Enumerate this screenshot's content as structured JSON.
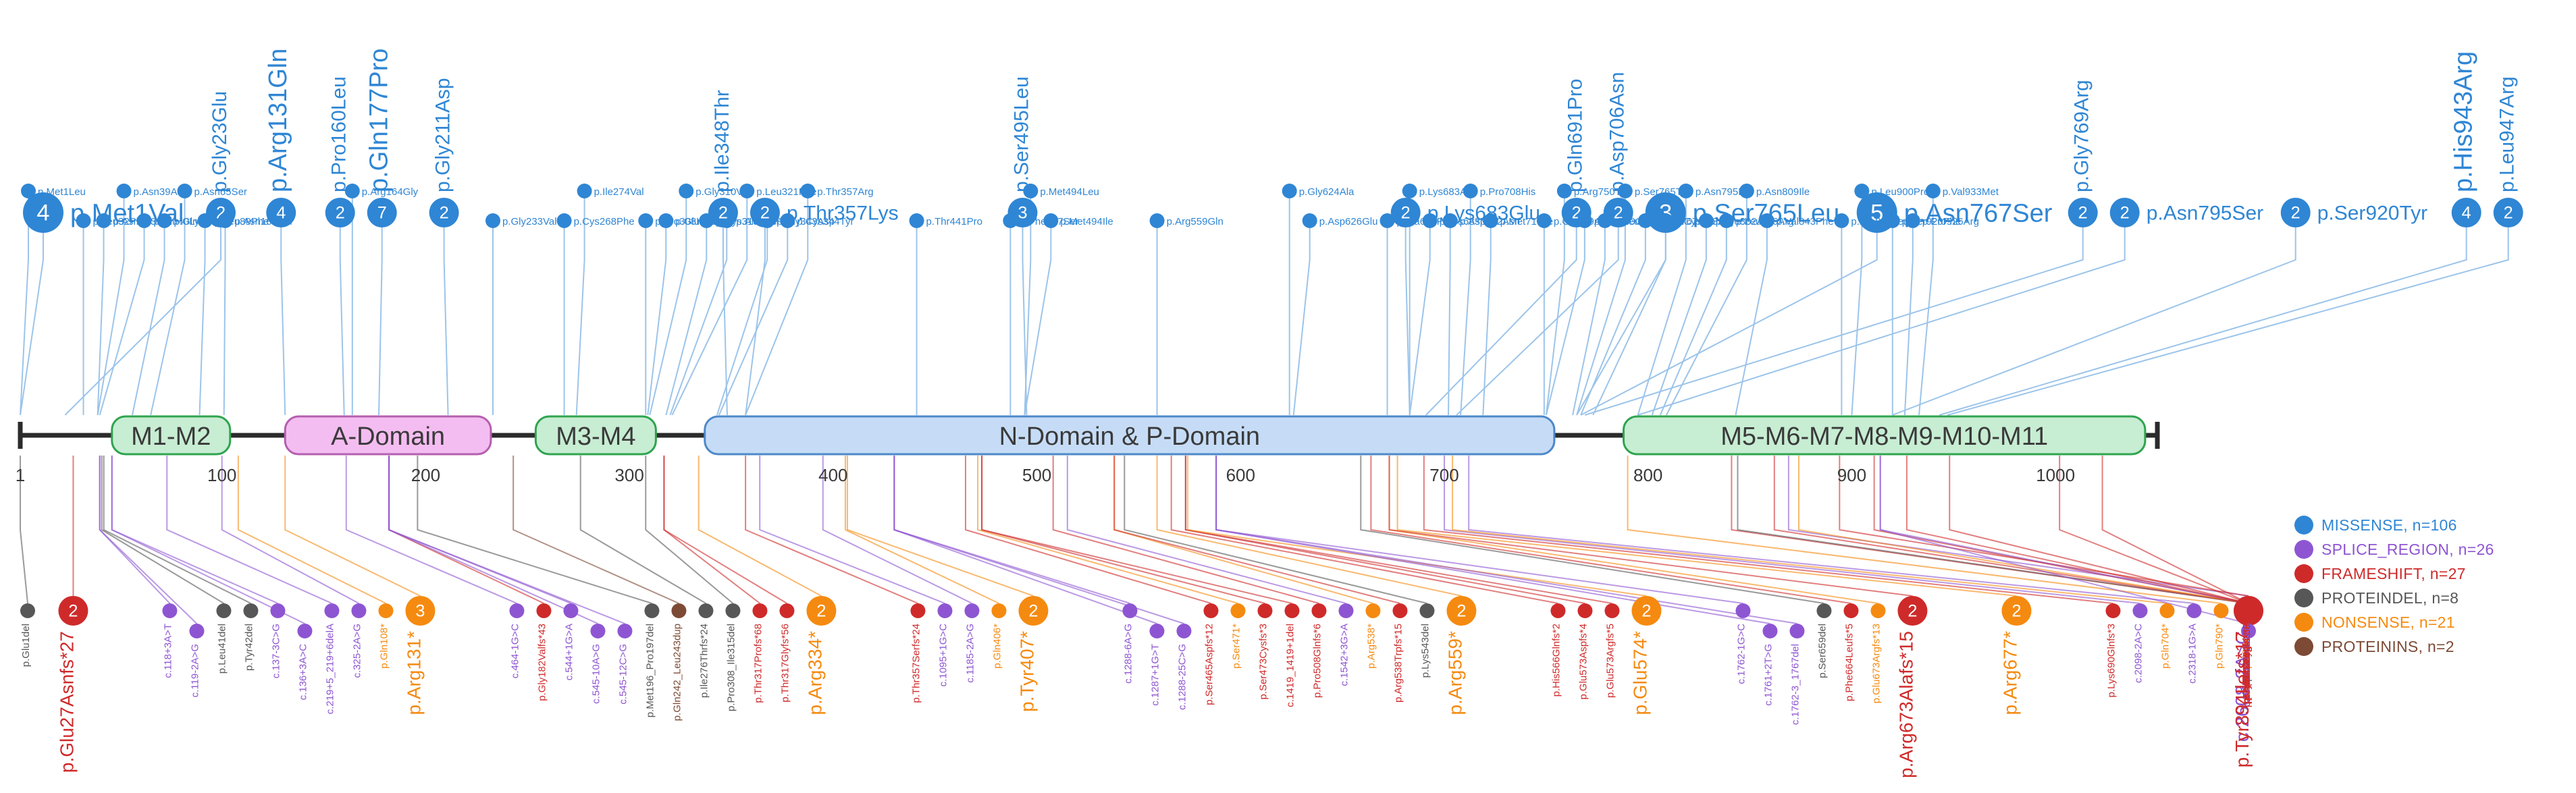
{
  "colors": {
    "missense": "#2f86d4",
    "missense_line": "#9cc4ea",
    "splice": "#8e55d2",
    "frameshift": "#cf2a2a",
    "proteindel": "#575757",
    "nonsense": "#f58a10",
    "proteinins": "#7d4a35",
    "domain_green_fill": "#c7edd3",
    "domain_green_stroke": "#2fa44e",
    "domain_pink_fill": "#f4bdf1",
    "domain_pink_stroke": "#b45fb0",
    "domain_blue_fill": "#c6dcf6",
    "domain_blue_stroke": "#4d88c9",
    "axis": "#2b2b2b"
  },
  "protein": {
    "length": 1050,
    "domains": [
      {
        "label": "M1-M2",
        "start": 46,
        "end": 104,
        "style": "green"
      },
      {
        "label": "A-Domain",
        "start": 131,
        "end": 232,
        "style": "pink"
      },
      {
        "label": "M3-M4",
        "start": 254,
        "end": 313,
        "style": "green"
      },
      {
        "label": "N-Domain & P-Domain",
        "start": 337,
        "end": 754,
        "style": "blue"
      },
      {
        "label": "M5-M6-M7-M8-M9-M10-M11",
        "start": 788,
        "end": 1044,
        "style": "green"
      }
    ],
    "ticks": [
      1,
      100,
      200,
      300,
      400,
      500,
      600,
      700,
      800,
      900,
      1000
    ]
  },
  "missense": [
    {
      "pos": 1,
      "count": 4,
      "label": "p.Met1Val",
      "size": "big"
    },
    {
      "pos": 1,
      "count": 1,
      "label": "p.Met1Leu",
      "size": "tiny"
    },
    {
      "pos": 23,
      "count": 2,
      "label": "p.Gly23Glu",
      "size": "vert"
    },
    {
      "pos": 32,
      "count": 1,
      "label": "p.Leu32Phe",
      "size": "tiny"
    },
    {
      "pos": 39,
      "count": 1,
      "label": "p.Asn39Ser",
      "size": "tiny"
    },
    {
      "pos": 39,
      "count": 1,
      "label": "p.Asn39Asp",
      "size": "tiny"
    },
    {
      "pos": 40,
      "count": 1,
      "label": "p.Glu40Lys",
      "size": "tiny"
    },
    {
      "pos": 56,
      "count": 1,
      "label": "p.Gln56Arg",
      "size": "tiny"
    },
    {
      "pos": 65,
      "count": 1,
      "label": "p.Asn65Ser",
      "size": "tiny"
    },
    {
      "pos": 89,
      "count": 1,
      "label": "p.Leu89Phe",
      "size": "tiny"
    },
    {
      "pos": 101,
      "count": 1,
      "label": "p.Asn101Ser",
      "size": "tiny"
    },
    {
      "pos": 131,
      "count": 4,
      "label": "p.Arg131Gln",
      "size": "vert"
    },
    {
      "pos": 160,
      "count": 2,
      "label": "p.Pro160Leu",
      "size": "vert"
    },
    {
      "pos": 164,
      "count": 1,
      "label": "p.Arg164Gly",
      "size": "tiny"
    },
    {
      "pos": 177,
      "count": 7,
      "label": "p.Gln177Pro",
      "size": "vert"
    },
    {
      "pos": 211,
      "count": 2,
      "label": "p.Gly211Asp",
      "size": "vert"
    },
    {
      "pos": 233,
      "count": 1,
      "label": "p.Gly233Val",
      "size": "tiny"
    },
    {
      "pos": 268,
      "count": 1,
      "label": "p.Cys268Phe",
      "size": "tiny"
    },
    {
      "pos": 274,
      "count": 1,
      "label": "p.Ile274Val",
      "size": "tiny"
    },
    {
      "pos": 308,
      "count": 1,
      "label": "p.Pro308His",
      "size": "tiny"
    },
    {
      "pos": 309,
      "count": 1,
      "label": "p.Glu309Gly",
      "size": "tiny"
    },
    {
      "pos": 310,
      "count": 1,
      "label": "p.Gly310Val",
      "size": "tiny"
    },
    {
      "pos": 318,
      "count": 1,
      "label": "p.Cys318Phe",
      "size": "tiny"
    },
    {
      "pos": 320,
      "count": 1,
      "label": "p.Ala320Pro",
      "size": "tiny"
    },
    {
      "pos": 321,
      "count": 1,
      "label": "p.Leu321Phe",
      "size": "tiny"
    },
    {
      "pos": 343,
      "count": 1,
      "label": "p.Gly343Asp",
      "size": "tiny"
    },
    {
      "pos": 344,
      "count": 1,
      "label": "p.Cys344Tyr",
      "size": "tiny"
    },
    {
      "pos": 348,
      "count": 2,
      "label": "p.Ile348Thr",
      "size": "vert"
    },
    {
      "pos": 357,
      "count": 1,
      "label": "p.Thr357Arg",
      "size": "tiny"
    },
    {
      "pos": 357,
      "count": 2,
      "label": "p.Thr357Lys",
      "size": "mid"
    },
    {
      "pos": 441,
      "count": 1,
      "label": "p.Thr441Pro",
      "size": "tiny"
    },
    {
      "pos": 487,
      "count": 1,
      "label": "p.Phe487Ser",
      "size": "tiny"
    },
    {
      "pos": 494,
      "count": 1,
      "label": "p.Met494Leu",
      "size": "tiny"
    },
    {
      "pos": 494,
      "count": 1,
      "label": "p.Met494Ile",
      "size": "tiny"
    },
    {
      "pos": 495,
      "count": 3,
      "label": "p.Ser495Leu",
      "size": "vert"
    },
    {
      "pos": 559,
      "count": 1,
      "label": "p.Arg559Gln",
      "size": "tiny"
    },
    {
      "pos": 624,
      "count": 1,
      "label": "p.Gly624Ala",
      "size": "tiny"
    },
    {
      "pos": 626,
      "count": 1,
      "label": "p.Asp626Glu",
      "size": "tiny"
    },
    {
      "pos": 672,
      "count": 1,
      "label": "p.Ala672Pro",
      "size": "tiny"
    },
    {
      "pos": 683,
      "count": 1,
      "label": "p.Lys683Arg",
      "size": "tiny"
    },
    {
      "pos": 683,
      "count": 1,
      "label": "p.Lys683Met",
      "size": "tiny"
    },
    {
      "pos": 683,
      "count": 2,
      "label": "p.Lys683Glu",
      "size": "mid"
    },
    {
      "pos": 691,
      "count": 2,
      "label": "p.Gln691Pro",
      "size": "vert"
    },
    {
      "pos": 702,
      "count": 1,
      "label": "p.Asp702Asn",
      "size": "tiny"
    },
    {
      "pos": 706,
      "count": 2,
      "label": "p.Asp706Asn",
      "size": "vert"
    },
    {
      "pos": 708,
      "count": 1,
      "label": "p.Pro708His",
      "size": "tiny"
    },
    {
      "pos": 719,
      "count": 1,
      "label": "p.Met719Ile",
      "size": "tiny"
    },
    {
      "pos": 749,
      "count": 1,
      "label": "p.Gly749Arg",
      "size": "tiny"
    },
    {
      "pos": 750,
      "count": 1,
      "label": "p.Arg750Trp",
      "size": "tiny"
    },
    {
      "pos": 750,
      "count": 1,
      "label": "p.Arg750Gln",
      "size": "tiny"
    },
    {
      "pos": 763,
      "count": 1,
      "label": "p.Leu763Val",
      "size": "tiny"
    },
    {
      "pos": 765,
      "count": 1,
      "label": "p.Ser765Trp",
      "size": "tiny"
    },
    {
      "pos": 765,
      "count": 3,
      "label": "p.Ser765Leu",
      "size": "big"
    },
    {
      "pos": 767,
      "count": 1,
      "label": "p.Asn767Asp",
      "size": "tiny"
    },
    {
      "pos": 767,
      "count": 5,
      "label": "p.Asn767Ser",
      "size": "big"
    },
    {
      "pos": 769,
      "count": 2,
      "label": "p.Gly769Arg",
      "size": "vert"
    },
    {
      "pos": 773,
      "count": 1,
      "label": "p.Cys773Arg",
      "size": "tiny"
    },
    {
      "pos": 795,
      "count": 1,
      "label": "p.Asn795Lys",
      "size": "tiny"
    },
    {
      "pos": 795,
      "count": 2,
      "label": "p.Asn795Ser",
      "size": "mid"
    },
    {
      "pos": 802,
      "count": 1,
      "label": "p.Pro802Arg",
      "size": "tiny"
    },
    {
      "pos": 806,
      "count": 1,
      "label": "p.Leu806Arg",
      "size": "tiny"
    },
    {
      "pos": 809,
      "count": 1,
      "label": "p.Asn809Ile",
      "size": "tiny"
    },
    {
      "pos": 843,
      "count": 1,
      "label": "p.Val843Phe",
      "size": "tiny"
    },
    {
      "pos": 895,
      "count": 1,
      "label": "p.Pro895Leu",
      "size": "tiny"
    },
    {
      "pos": 900,
      "count": 1,
      "label": "p.Leu900Pro",
      "size": "tiny"
    },
    {
      "pos": 920,
      "count": 1,
      "label": "p.Ser920Phe",
      "size": "tiny"
    },
    {
      "pos": 920,
      "count": 2,
      "label": "p.Ser920Tyr",
      "size": "mid"
    },
    {
      "pos": 926,
      "count": 1,
      "label": "p.Pro926Arg",
      "size": "tiny"
    },
    {
      "pos": 933,
      "count": 1,
      "label": "p.Val933Met",
      "size": "tiny"
    },
    {
      "pos": 943,
      "count": 4,
      "label": "p.His943Arg",
      "size": "vert"
    },
    {
      "pos": 947,
      "count": 2,
      "label": "p.Leu947Arg",
      "size": "vert"
    }
  ],
  "lower": [
    {
      "pos": 1,
      "type": "proteindel",
      "count": 1,
      "label": "p.Glu1del"
    },
    {
      "pos": 27,
      "type": "frameshift",
      "count": 2,
      "label": "p.Glu27Asnfs*27"
    },
    {
      "pos": 41,
      "type": "proteindel",
      "count": 1,
      "label": "p.Leu41del"
    },
    {
      "pos": 40,
      "type": "splice",
      "count": 1,
      "label": "c.118+3A>T"
    },
    {
      "pos": 40,
      "type": "splice",
      "count": 1,
      "label": "c.119-2A>G"
    },
    {
      "pos": 42,
      "type": "proteindel",
      "count": 1,
      "label": "p.Tyr42del"
    },
    {
      "pos": 46,
      "type": "splice",
      "count": 1,
      "label": "c.137-3C>G"
    },
    {
      "pos": 46,
      "type": "splice",
      "count": 1,
      "label": "c.136+3A>C"
    },
    {
      "pos": 73,
      "type": "splice",
      "count": 1,
      "label": "c.219+5_219+6delA"
    },
    {
      "pos": 100,
      "type": "splice",
      "count": 1,
      "label": "c.325-2A>G"
    },
    {
      "pos": 108,
      "type": "nonsense",
      "count": 1,
      "label": "p.Gln108*"
    },
    {
      "pos": 131,
      "type": "nonsense",
      "count": 3,
      "label": "p.Arg131*"
    },
    {
      "pos": 161,
      "type": "splice",
      "count": 1,
      "label": "c.464-1G>C"
    },
    {
      "pos": 182,
      "type": "frameshift",
      "count": 1,
      "label": "p.Gly182Valfs*43"
    },
    {
      "pos": 182,
      "type": "splice",
      "count": 1,
      "label": "c.544+1G>A"
    },
    {
      "pos": 182,
      "type": "splice",
      "count": 1,
      "label": "c.545-10A>G"
    },
    {
      "pos": 182,
      "type": "splice",
      "count": 1,
      "label": "c.545-12C>G"
    },
    {
      "pos": 196,
      "type": "proteindel",
      "count": 1,
      "label": "p.Met196_Pro197del"
    },
    {
      "pos": 243,
      "type": "proteinins",
      "count": 1,
      "label": "p.Gln242_Leu243dup"
    },
    {
      "pos": 276,
      "type": "proteindel",
      "count": 1,
      "label": "p.Ile276Thrfs*24"
    },
    {
      "pos": 308,
      "type": "proteindel",
      "count": 1,
      "label": "p.Pro308_Ile315del"
    },
    {
      "pos": 317,
      "type": "frameshift",
      "count": 1,
      "label": "p.Thr317Profs*68"
    },
    {
      "pos": 317,
      "type": "frameshift",
      "count": 1,
      "label": "p.Thr317Glyfs*56"
    },
    {
      "pos": 334,
      "type": "nonsense",
      "count": 2,
      "label": "p.Arg334*"
    },
    {
      "pos": 357,
      "type": "frameshift",
      "count": 1,
      "label": "p.Thr357Serfs*24"
    },
    {
      "pos": 364,
      "type": "splice",
      "count": 1,
      "label": "c.1095+1G>C"
    },
    {
      "pos": 395,
      "type": "splice",
      "count": 1,
      "label": "c.1185-2A>G"
    },
    {
      "pos": 407,
      "type": "nonsense",
      "count": 2,
      "label": "p.Tyr407*"
    },
    {
      "pos": 406,
      "type": "nonsense",
      "count": 1,
      "label": "p.Gln406*"
    },
    {
      "pos": 430,
      "type": "splice",
      "count": 1,
      "label": "c.1288-6A>G"
    },
    {
      "pos": 430,
      "type": "splice",
      "count": 1,
      "label": "c.1287+1G>T"
    },
    {
      "pos": 430,
      "type": "splice",
      "count": 1,
      "label": "c.1288-25C>G"
    },
    {
      "pos": 465,
      "type": "frameshift",
      "count": 1,
      "label": "p.Ser465Aspfs*12"
    },
    {
      "pos": 471,
      "type": "nonsense",
      "count": 1,
      "label": "p.Ser471*"
    },
    {
      "pos": 473,
      "type": "frameshift",
      "count": 1,
      "label": "p.Ser473Cysfs*3"
    },
    {
      "pos": 473,
      "type": "frameshift",
      "count": 1,
      "label": "c.1419_1419+1del"
    },
    {
      "pos": 508,
      "type": "frameshift",
      "count": 1,
      "label": "p.Pro508Glnfs*6"
    },
    {
      "pos": 515,
      "type": "splice",
      "count": 1,
      "label": "c.1542+3G>A"
    },
    {
      "pos": 538,
      "type": "nonsense",
      "count": 1,
      "label": "p.Arg538*"
    },
    {
      "pos": 538,
      "type": "frameshift",
      "count": 1,
      "label": "p.Arg538Trpfs*15"
    },
    {
      "pos": 543,
      "type": "proteindel",
      "count": 1,
      "label": "p.Lys543del"
    },
    {
      "pos": 559,
      "type": "nonsense",
      "count": 2,
      "label": "p.Arg559*"
    },
    {
      "pos": 566,
      "type": "frameshift",
      "count": 1,
      "label": "p.His566Glnfs*2"
    },
    {
      "pos": 573,
      "type": "frameshift",
      "count": 1,
      "label": "p.Glu573Aspfs*4"
    },
    {
      "pos": 573,
      "type": "frameshift",
      "count": 1,
      "label": "p.Glu573Argfs*5"
    },
    {
      "pos": 574,
      "type": "nonsense",
      "count": 2,
      "label": "p.Glu574*"
    },
    {
      "pos": 588,
      "type": "splice",
      "count": 1,
      "label": "c.1762-1G>C"
    },
    {
      "pos": 588,
      "type": "splice",
      "count": 1,
      "label": "c.1761+2T>G"
    },
    {
      "pos": 588,
      "type": "splice",
      "count": 1,
      "label": "c.1762-3_1767del"
    },
    {
      "pos": 659,
      "type": "proteindel",
      "count": 1,
      "label": "p.Ser659del"
    },
    {
      "pos": 664,
      "type": "frameshift",
      "count": 1,
      "label": "p.Phe664Leufs*5"
    },
    {
      "pos": 673,
      "type": "nonsense",
      "count": 1,
      "label": "p.Glu673Argfs*13"
    },
    {
      "pos": 673,
      "type": "frameshift",
      "count": 2,
      "label": "p.Arg673Alafs*15"
    },
    {
      "pos": 677,
      "type": "nonsense",
      "count": 2,
      "label": "p.Arg677*"
    },
    {
      "pos": 690,
      "type": "frameshift",
      "count": 1,
      "label": "p.Lys690Glnfs*3"
    },
    {
      "pos": 700,
      "type": "splice",
      "count": 1,
      "label": "c.2098-2A>C"
    },
    {
      "pos": 704,
      "type": "nonsense",
      "count": 1,
      "label": "p.Gln704*"
    },
    {
      "pos": 712,
      "type": "splice",
      "count": 1,
      "label": "c.2318-1G>A"
    },
    {
      "pos": 790,
      "type": "nonsense",
      "count": 1,
      "label": "p.Gln790*"
    },
    {
      "pos": 841,
      "type": "frameshift",
      "count": 1,
      "label": "p.Cys841Trpfs*19"
    },
    {
      "pos": 844,
      "type": "proteindel",
      "count": 1,
      "label": "p.Glu844dup"
    },
    {
      "pos": 862,
      "type": "frameshift",
      "count": 1,
      "label": "p.Pro862Argfs*15"
    },
    {
      "pos": 869,
      "type": "splice",
      "count": 2,
      "label": "c.2608-2A>C"
    },
    {
      "pos": 874,
      "type": "nonsense",
      "count": 1,
      "label": "p.Gln874*"
    },
    {
      "pos": 894,
      "type": "frameshift",
      "count": 3,
      "label": "p.Tyr894Ilefs*17"
    },
    {
      "pos": 911,
      "type": "frameshift",
      "count": 1,
      "label": "p.Ala911Argfs*11"
    },
    {
      "pos": 914,
      "type": "splice",
      "count": 1,
      "label": "c.2741+1G>T"
    },
    {
      "pos": 914,
      "type": "splice",
      "count": 1,
      "label": "c.2741+5G>C"
    },
    {
      "pos": 927,
      "type": "frameshift",
      "count": 1,
      "label": "p.Trp927Leufs*55"
    },
    {
      "pos": 948,
      "type": "frameshift",
      "count": 1,
      "label": "p.Tyr948Cysfs*33"
    },
    {
      "pos": 1002,
      "type": "frameshift",
      "count": 1,
      "label": "p.Thr1002Hisfs*30"
    },
    {
      "pos": 1023,
      "type": "frameshift",
      "count": 1,
      "label": "p.Met1023Ilefs*9"
    }
  ],
  "legend": [
    {
      "label": "MISSENSE, n=106",
      "color": "#2f86d4"
    },
    {
      "label": "SPLICE_REGION, n=26",
      "color": "#8e55d2"
    },
    {
      "label": "FRAMESHIFT, n=27",
      "color": "#cf2a2a"
    },
    {
      "label": "PROTEINDEL, n=8",
      "color": "#575757"
    },
    {
      "label": "NONSENSE, n=21",
      "color": "#f58a10"
    },
    {
      "label": "PROTEININS, n=2",
      "color": "#7d4a35"
    }
  ]
}
